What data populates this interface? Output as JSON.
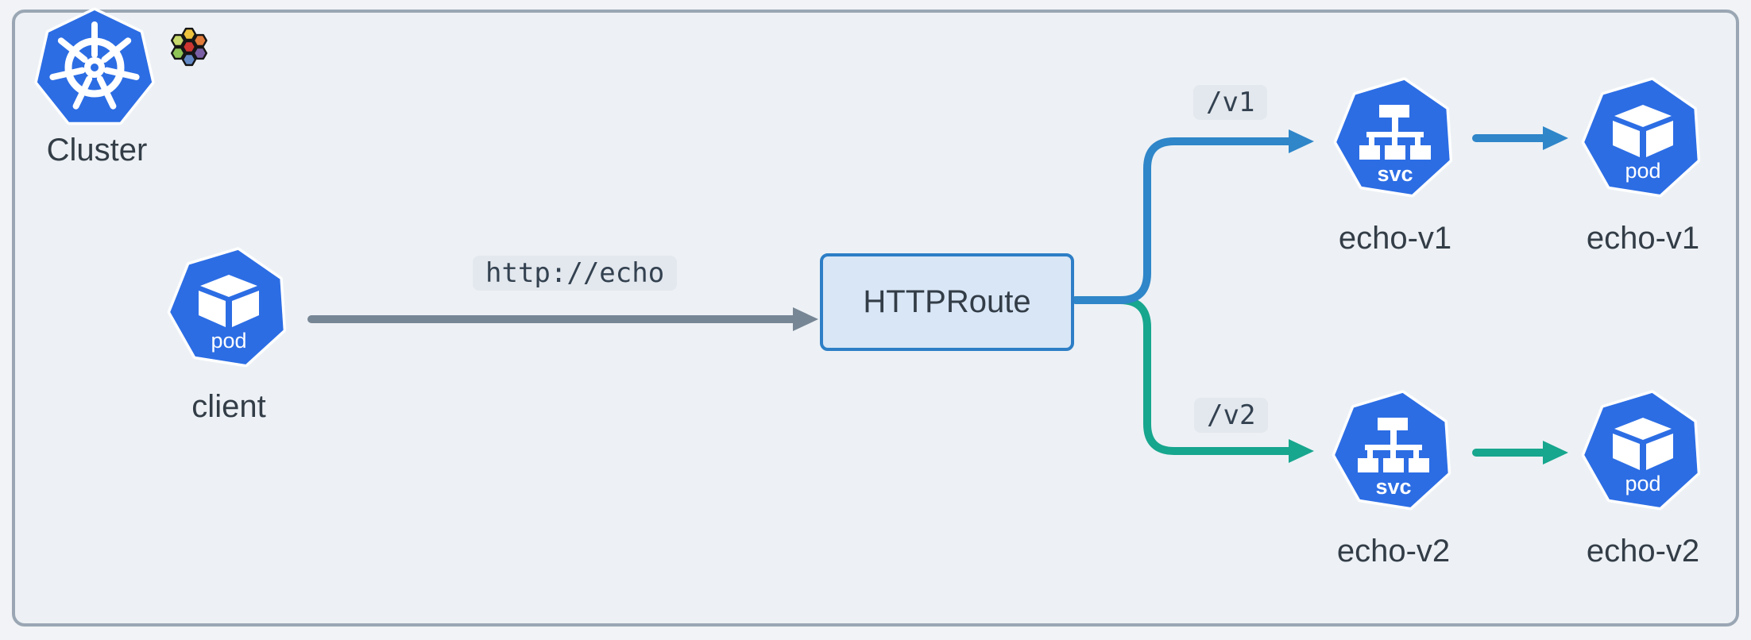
{
  "diagram": {
    "cluster_label": "Cluster",
    "nodes": {
      "client": {
        "label": "client",
        "kind": "pod"
      },
      "httproute": {
        "label": "HTTPRoute"
      },
      "svc_v1": {
        "label": "echo-v1",
        "kind": "svc"
      },
      "pod_v1": {
        "label": "echo-v1",
        "kind": "pod"
      },
      "svc_v2": {
        "label": "echo-v2",
        "kind": "svc"
      },
      "pod_v2": {
        "label": "echo-v2",
        "kind": "pod"
      }
    },
    "edges": {
      "client_to_route_label": "http://echo",
      "v1_label": "/v1",
      "v2_label": "/v2"
    },
    "icons": {
      "kubernetes_logo": "kubernetes-helm-wheel-icon",
      "honeycomb": "kubernetes-honeycomb-icon",
      "pod": "pod-cube-icon",
      "service": "service-tree-icon"
    },
    "colors": {
      "k8s_blue": "#2c6de4",
      "edge_gray": "#778695",
      "edge_blue": "#2f86c9",
      "edge_green": "#17a68e",
      "frame_border": "#9aa6b3",
      "frame_bg": "#edf1f5",
      "page_bg": "#f1f3f6",
      "badge_bg": "#e3e8ee",
      "badge_text": "#334150",
      "label_text": "#333d47",
      "route_fill": "#d8e6f6",
      "route_border": "#2d7ec6",
      "icon_white": "#ffffff",
      "honey_yellow": "#edc23d",
      "honey_lime": "#c8d96d",
      "honey_orange": "#e07b3b",
      "honey_red": "#cd3531",
      "honey_green": "#8fc456",
      "honey_purple": "#7a5fa5",
      "honey_blue": "#6389c6",
      "honey_stroke": "#151515"
    }
  }
}
